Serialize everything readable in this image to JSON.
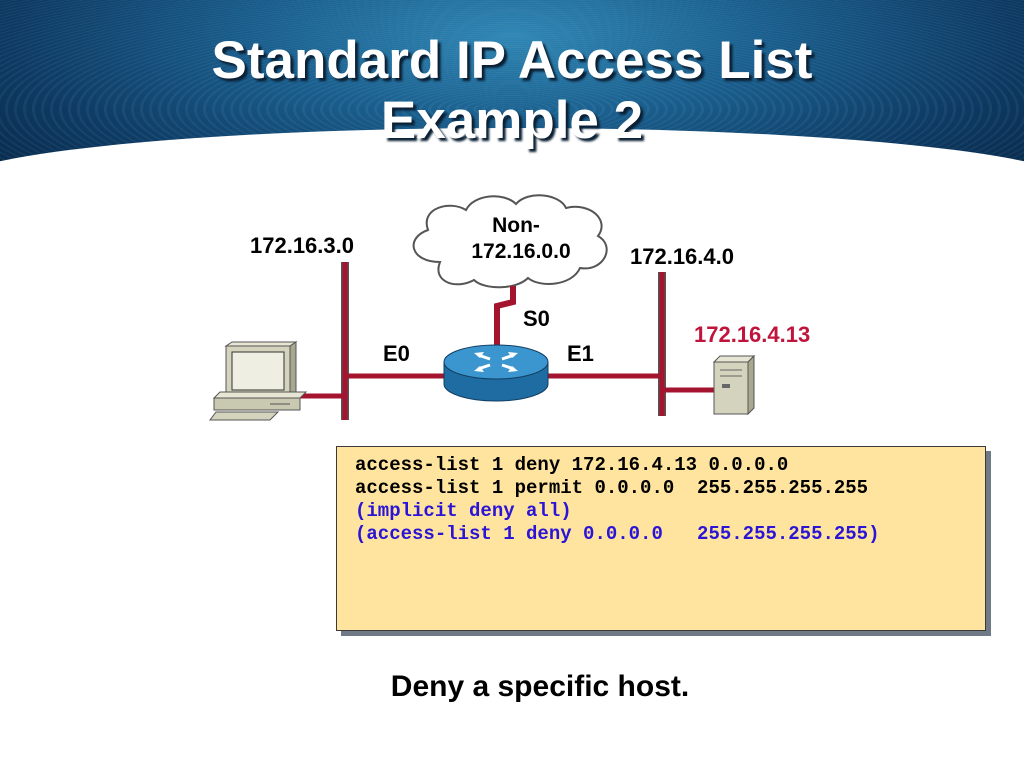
{
  "slide": {
    "title_line1": "Standard IP Access List",
    "title_line2": "Example 2"
  },
  "network": {
    "left_net": "172.16.3.0",
    "right_net": "172.16.4.0",
    "cloud_line1": "Non-",
    "cloud_line2": "172.16.0.0",
    "serial_if": "S0",
    "left_if": "E0",
    "right_if": "E1",
    "host_ip": "172.16.4.13"
  },
  "colors": {
    "link_red": "#a4142e",
    "host_highlight": "#c0143c",
    "router_blue": "#2d89c4",
    "acl_background": "#ffe4a0",
    "implicit_text": "#2a14d6"
  },
  "acl": {
    "lines": [
      {
        "text": "access-list 1 deny 172.16.4.13 0.0.0.0",
        "implicit": false
      },
      {
        "text": "access-list 1 permit 0.0.0.0  255.255.255.255",
        "implicit": false
      },
      {
        "text": "(implicit deny all)",
        "implicit": true
      },
      {
        "text": "(access-list 1 deny 0.0.0.0   255.255.255.255)",
        "implicit": true
      }
    ]
  },
  "caption": "Deny a specific host."
}
